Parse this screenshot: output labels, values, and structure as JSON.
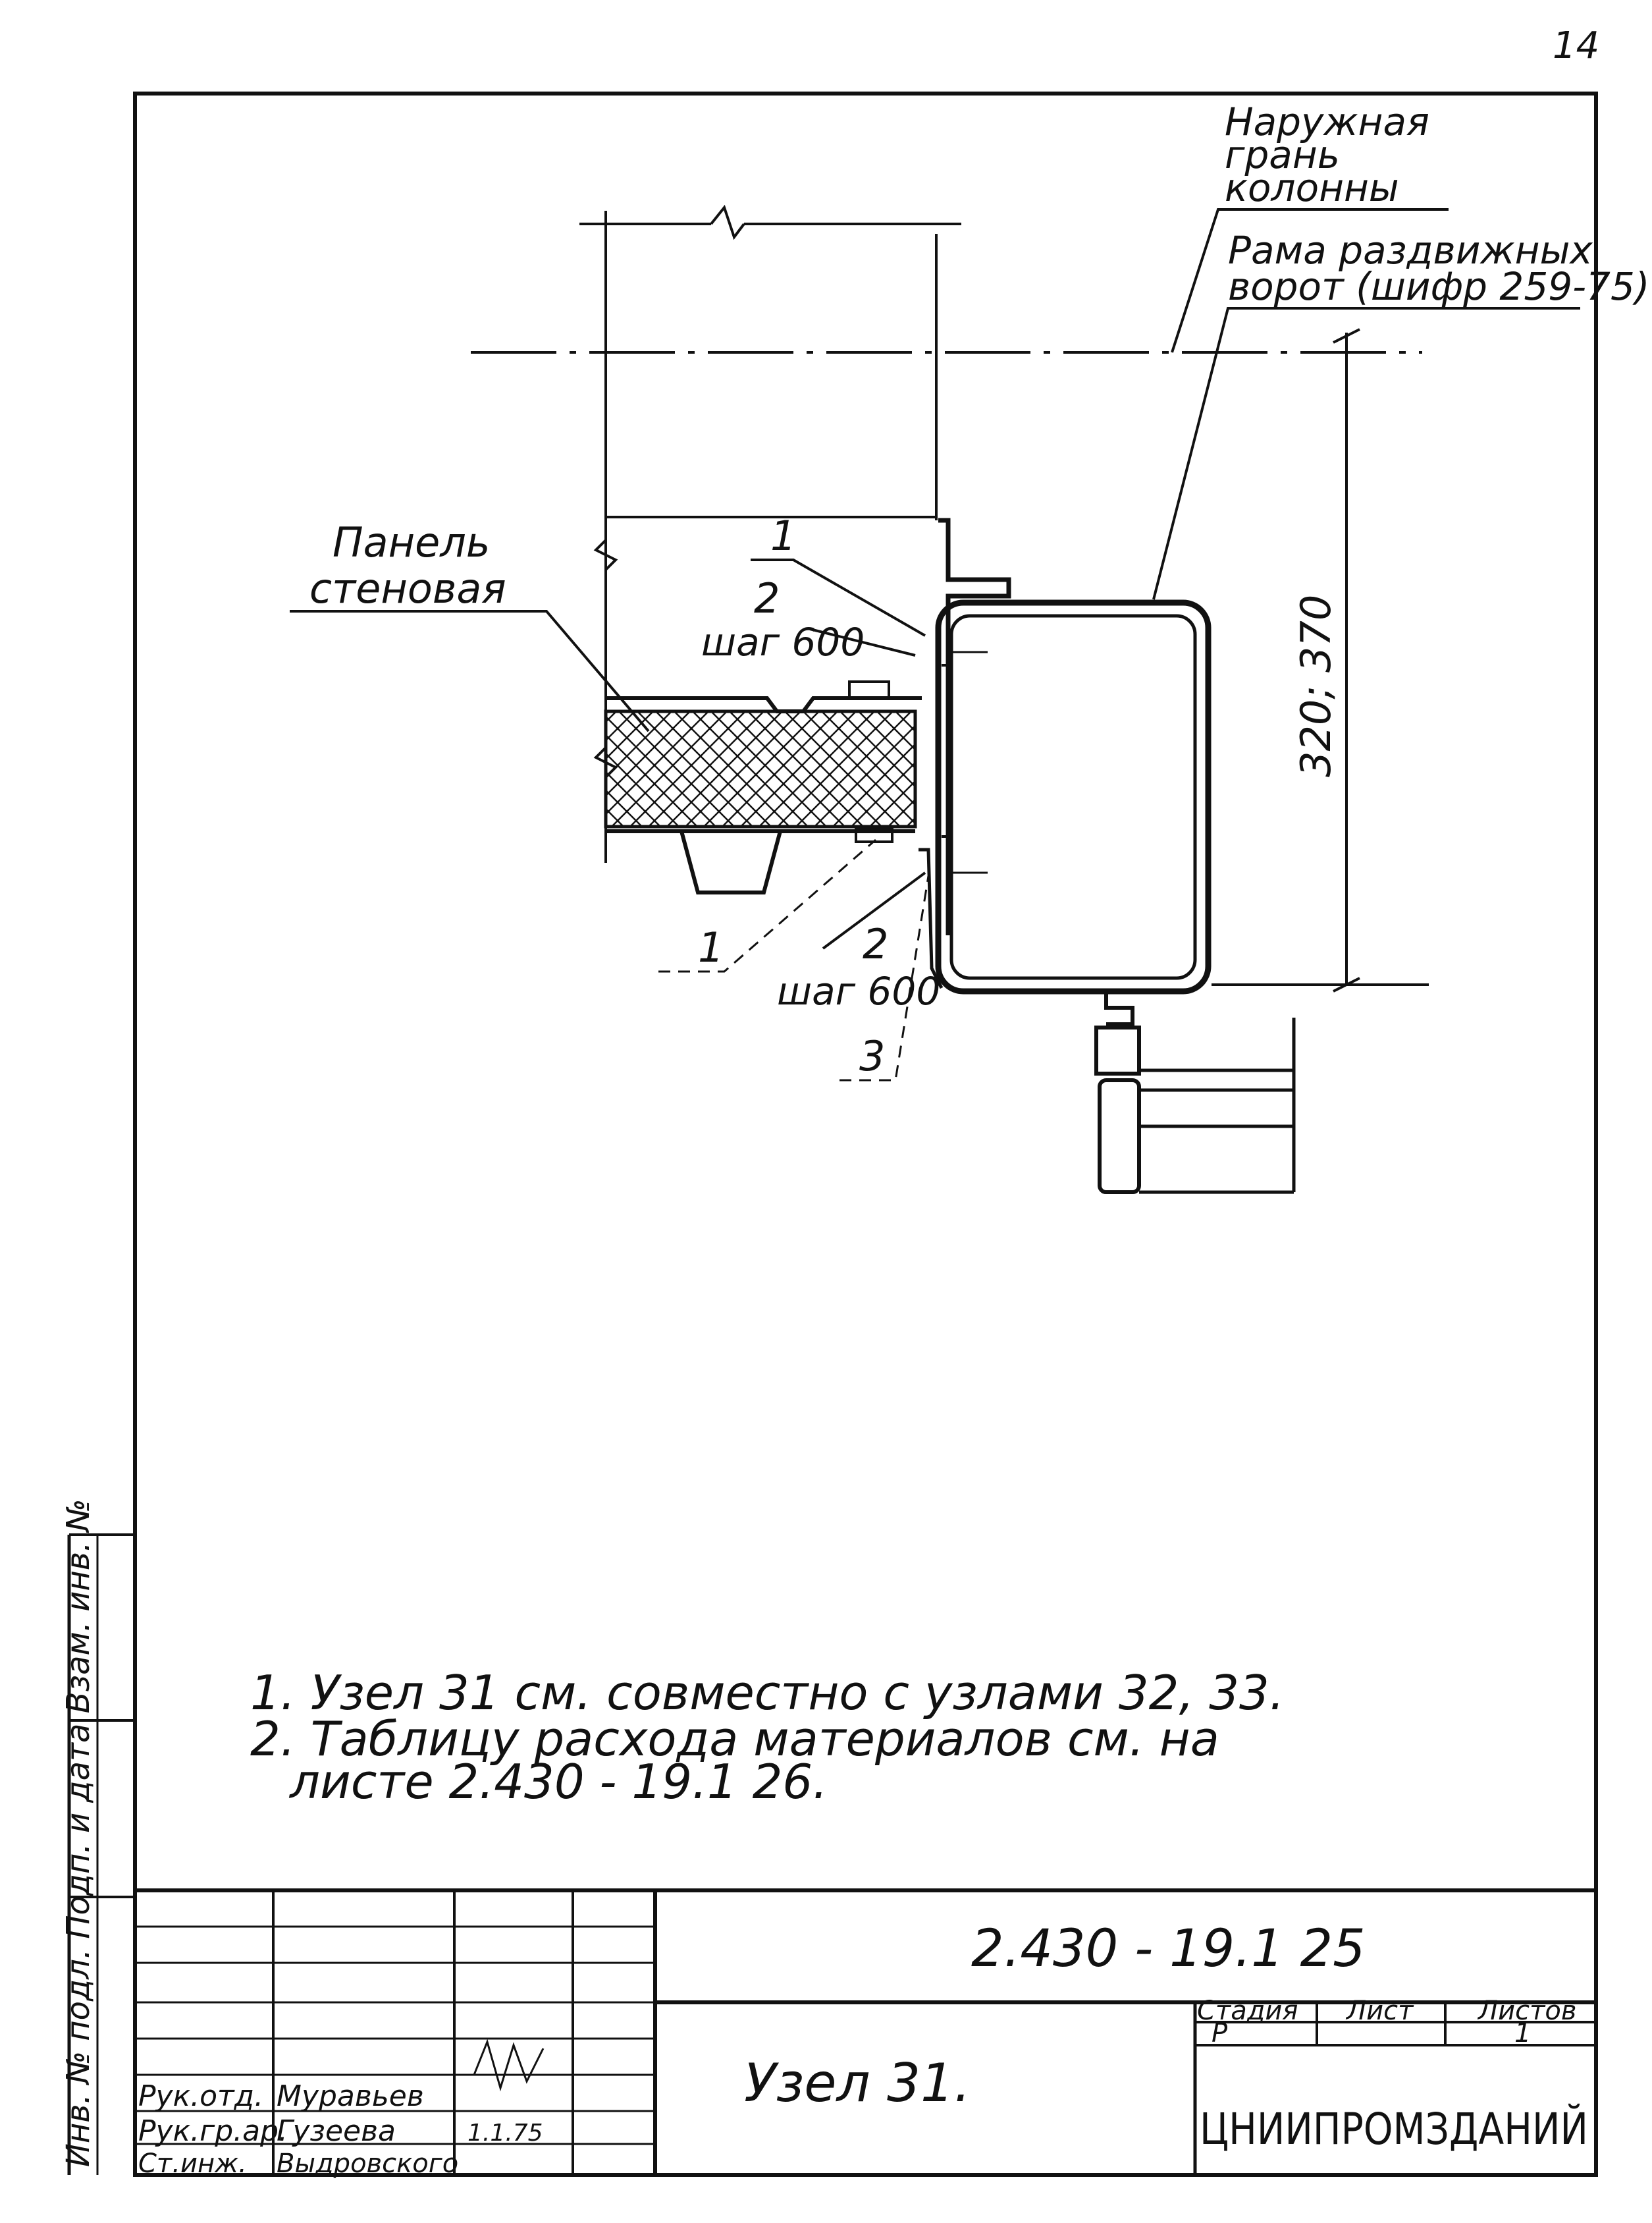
{
  "sheet_corner_number": "14",
  "labels": {
    "outer_face_line1": "Наружная",
    "outer_face_line2": "грань",
    "outer_face_line3": "колонны",
    "frame_line1": "Рама раздвижных",
    "frame_line2": "ворот (шифр 259-75)",
    "panel_line1": "Панель",
    "panel_line2": "стеновая",
    "callout_1_top": "1",
    "callout_2_top": "2",
    "step_top": "шаг 600",
    "callout_1_bottom": "1",
    "callout_2_bottom": "2",
    "step_bottom": "шаг 600",
    "callout_3": "3",
    "dimension": "320; 370"
  },
  "notes": {
    "note1": "1. Узел 31 см. совместно с узлами  32, 33.",
    "note2a": "2. Таблицу расхода материалов см. на",
    "note2b": "листе 2.430 - 19.1 26."
  },
  "side_strip": {
    "text": "Инв. № подл.  Подп. и дата  Взам. инв. №"
  },
  "title_block": {
    "doc_code": "2.430 - 19.1 25",
    "title": "Узел 31.",
    "stage_header": "Стадия",
    "sheet_header": "Лист",
    "sheets_header": "Листов",
    "stage_value": "Р",
    "sheets_value": "1",
    "organization": "ЦНИИПРОМЗДАНИЙ",
    "rows": [
      {
        "role": "Рук.отд.",
        "name": "Муравьев"
      },
      {
        "role": "Рук.гр.ар.",
        "name": "Гузеева"
      },
      {
        "role": "Ст.инж.",
        "name": "Выдровского"
      }
    ],
    "date_mark": "1.1.75"
  }
}
